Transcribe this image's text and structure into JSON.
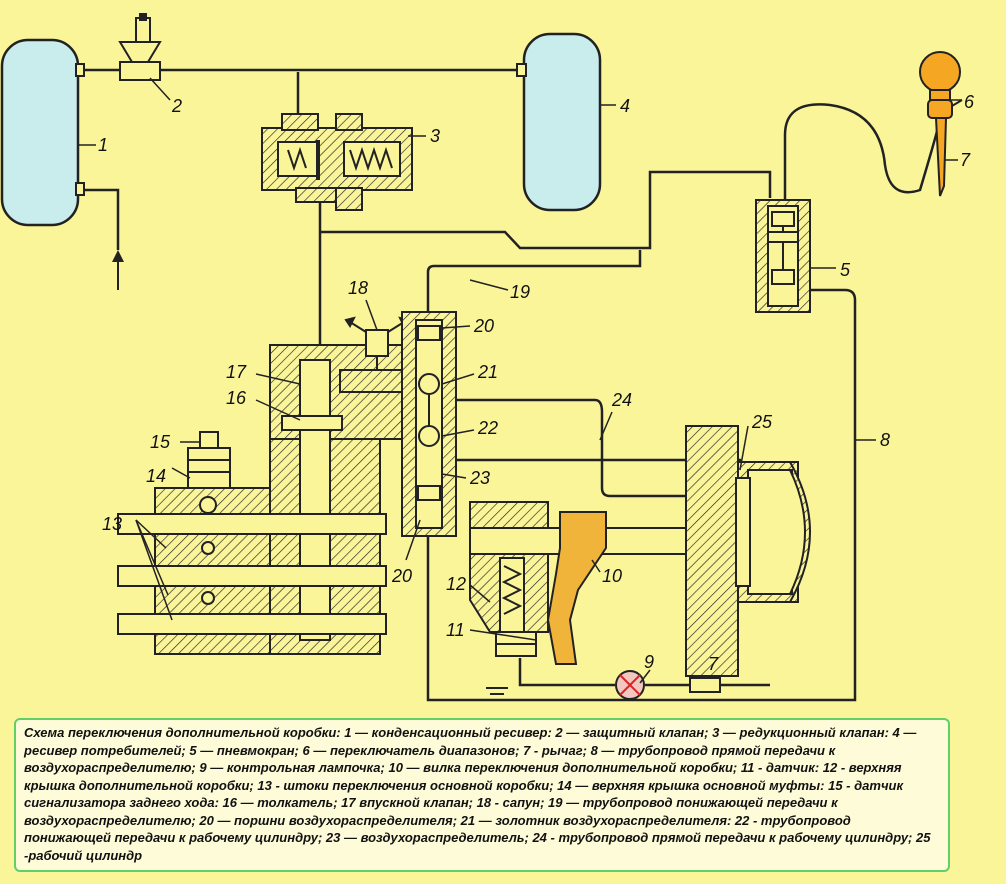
{
  "diagram": {
    "labels": {
      "l1": "1",
      "l2": "2",
      "l3": "3",
      "l4": "4",
      "l5": "5",
      "l6": "6",
      "l7a": "7",
      "l7b": "7",
      "l8": "8",
      "l9": "9",
      "l10": "10",
      "l11": "11",
      "l12": "12",
      "l13": "13",
      "l14": "14",
      "l15": "15",
      "l16": "16",
      "l17": "17",
      "l18": "18",
      "l19": "19",
      "l20a": "20",
      "l20b": "20",
      "l21": "21",
      "l22": "22",
      "l23": "23",
      "l24": "24",
      "l25": "25"
    }
  },
  "caption": "Схема переключения дополнительной коробки: 1 — конденсационный ресивер: 2 — защитный клапан; 3 — редукционный клапан: 4 — ресивер потребителей; 5 — пневмокран; 6 — переключатель диапазонов; 7 - рычаг; 8 — трубопровод прямой передачи к воздухораспределителю; 9 — контрольная лампочка; 10 — вилка переключения дополнительной коробки; 11 - датчик: 12 - верхняя крышка дополнительной коробки; 13 - штоки переключения основной коробки; 14 — верхняя крышка основной муфты: 15 - датчик сигнализатора заднего хода: 16 — толкатель; 17 впускной клапан; 18 - сапун; 19 — трубопровод понижающей передачи к воздухораспределителю; 20 — поршни воздухораспределителя; 21 — золотник воздухораспределителя: 22 - трубопровод понижающей передачи к рабочему цилиндру; 23 — воздухораспределитель; 24 - трубопровод прямой передачи к рабочему цилиндру; 25 -рабочий цилиндр",
  "colors": {
    "background": "#fbf59a",
    "tank": "#c9ecec",
    "lamp": "#f5a623",
    "fork": "#f0b43a",
    "caption_border": "#5fcf6a"
  }
}
